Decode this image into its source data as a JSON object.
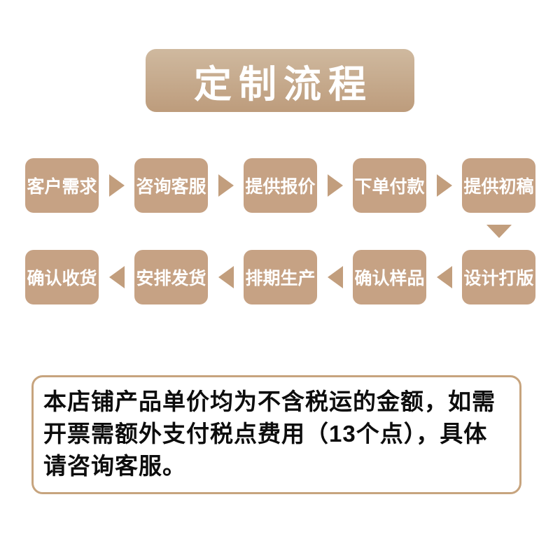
{
  "title_banner": {
    "text": "定制流程"
  },
  "flow": {
    "row1": {
      "arrow_direction": "right",
      "boxes": [
        "客户需求",
        "咨询客服",
        "提供报价",
        "下单付款",
        "提供初稿"
      ]
    },
    "connector": "down-arrow",
    "row2": {
      "arrow_direction": "left",
      "boxes": [
        "确认收货",
        "安排发货",
        "排期生产",
        "确认样品",
        "设计打版"
      ]
    }
  },
  "note": {
    "lines": [
      "本店铺产品单价均为不含税运的金额，如需",
      "开票需额外支付税点费用（13个点），具体",
      "请咨询客服。"
    ]
  },
  "colors": {
    "background": "#ffffff",
    "box_fill": "#c6a284",
    "arrow_fill": "#c29e7d",
    "banner_gradient_top": "#cfb99f",
    "banner_gradient_bottom": "#bd9c7c",
    "note_border": "#c7a47e",
    "box_text": "#ffffff",
    "note_text": "#0d0d0d"
  }
}
